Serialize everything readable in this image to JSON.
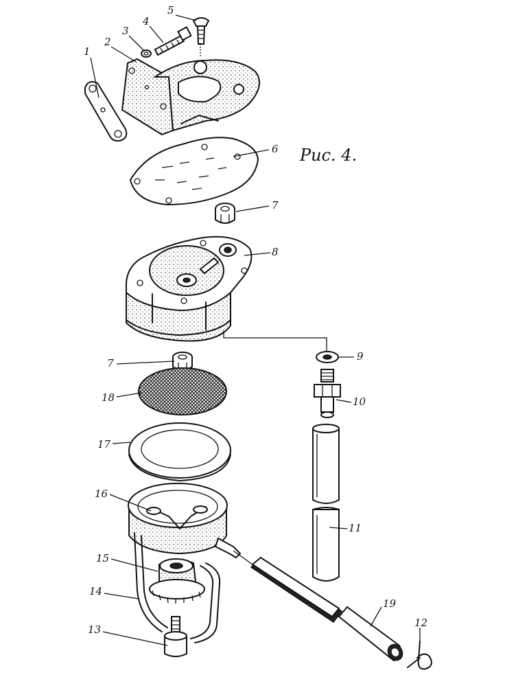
{
  "figure": {
    "caption": "Рис. 4."
  },
  "labels": [
    "1",
    "2",
    "3",
    "4",
    "5",
    "6",
    "7",
    "8",
    "7",
    "9",
    "10",
    "18",
    "17",
    "16",
    "11",
    "15",
    "14",
    "19",
    "13",
    "12"
  ]
}
